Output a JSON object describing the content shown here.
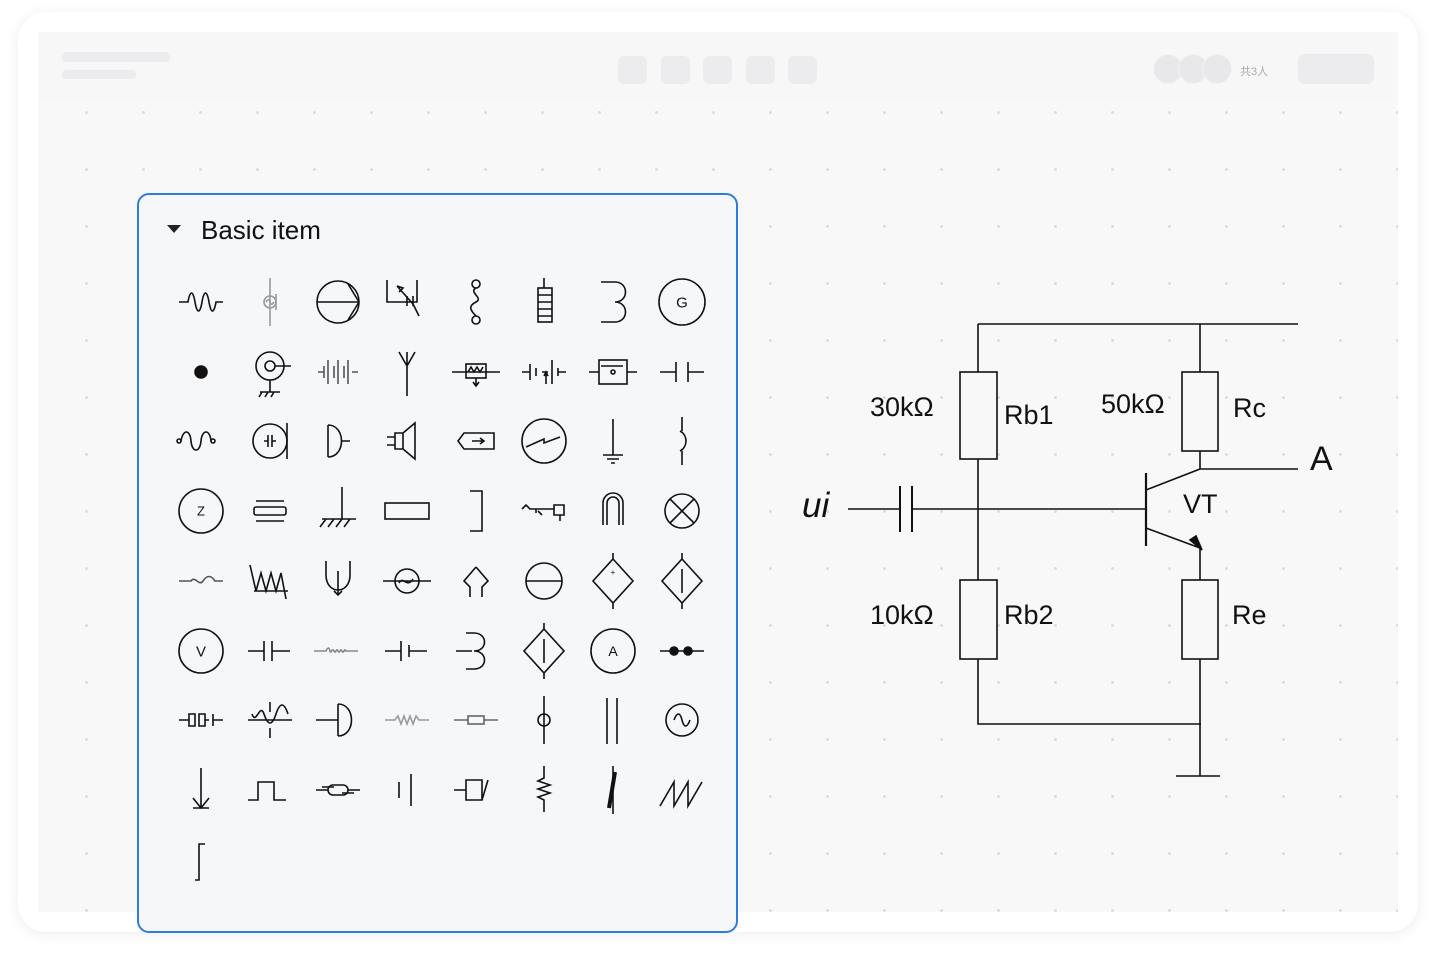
{
  "header": {
    "member_count": "共3人"
  },
  "panel": {
    "title": "Basic item",
    "symbols": [
      "resistor-wave",
      "ac-source",
      "pump",
      "variable-capacitor",
      "coil-s",
      "battery-stack",
      "bracket-3",
      "generator-g",
      "junction-dot",
      "coax-ground",
      "multi-cell-battery",
      "antenna",
      "thermistor",
      "battery-tap",
      "switch-box",
      "capacitor",
      "sine-terminals",
      "circle-capacitor",
      "half-circle",
      "speaker",
      "tag-arrow",
      "meter-zigzag",
      "ground",
      "bracket-curve",
      "impedance-z",
      "stacked-plates",
      "chassis-ground",
      "rectangle-resistor",
      "bracket-close",
      "relay",
      "magnet",
      "lamp-x",
      "loop-wire",
      "coil-w",
      "u-arrow",
      "circle-source",
      "diamond-lamp",
      "circle-line",
      "diamond-voltage-source",
      "diamond-current-source",
      "voltmeter",
      "capacitor-2",
      "inductor-light",
      "capacitor-3",
      "hook-3",
      "diamond-arrow",
      "ammeter",
      "two-dots",
      "fuse-rects",
      "crossed-coil",
      "half-circle-2",
      "resistor-light",
      "rect-line",
      "circle-vertical",
      "double-bar",
      "ac-sine",
      "arrow-down",
      "pulse",
      "fuse-oval",
      "plate-bar",
      "rect-slash",
      "vertical-resistor",
      "thick-slash",
      "sawtooth",
      "integral-bracket"
    ]
  },
  "circuit": {
    "labels": {
      "rb1_value": "30kΩ",
      "rb1": "Rb1",
      "rc_value": "50kΩ",
      "rc": "Rc",
      "output": "A",
      "input": "ui",
      "transistor": "VT",
      "rb2_value": "10kΩ",
      "rb2": "Rb2",
      "re": "Re"
    }
  },
  "colors": {
    "accent": "#2f7ce0",
    "stroke": "#111111"
  }
}
